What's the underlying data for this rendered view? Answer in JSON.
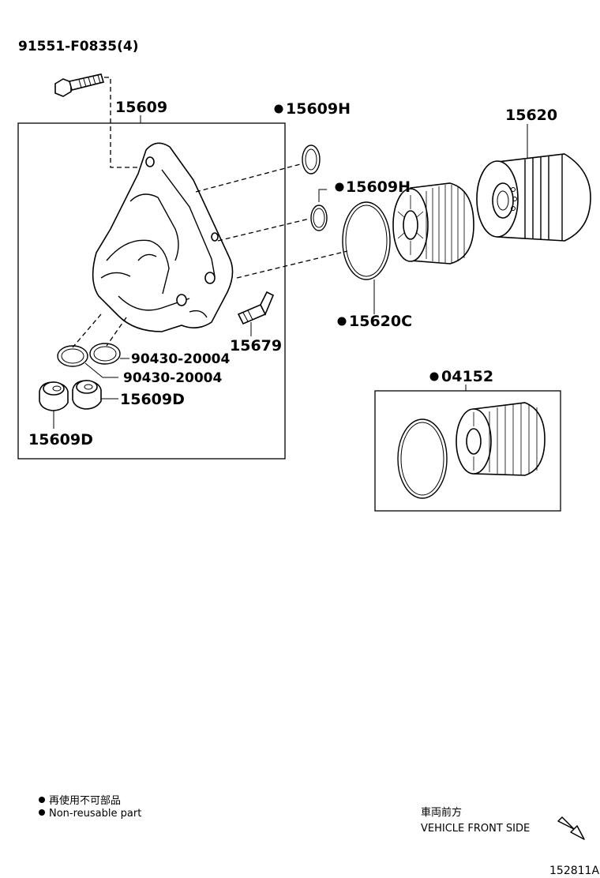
{
  "parts": {
    "bolt": "91551-F0835(4)",
    "housing": "15609",
    "oring_h1": "15609H",
    "oring_h2": "15609H",
    "cap": "15620",
    "gasket_c": "15620C",
    "drain_plug": "15679",
    "washer1": "90430-20004",
    "washer2": "90430-20004",
    "plug_right": "15609D",
    "plug_left": "15609D",
    "element_kit": "04152"
  },
  "legend": {
    "japanese": "再使用不可部品",
    "english": "Non-reusable part"
  },
  "direction": {
    "japanese": "車両前方",
    "english": "VEHICLE FRONT SIDE"
  },
  "figure_ref": "152811A"
}
